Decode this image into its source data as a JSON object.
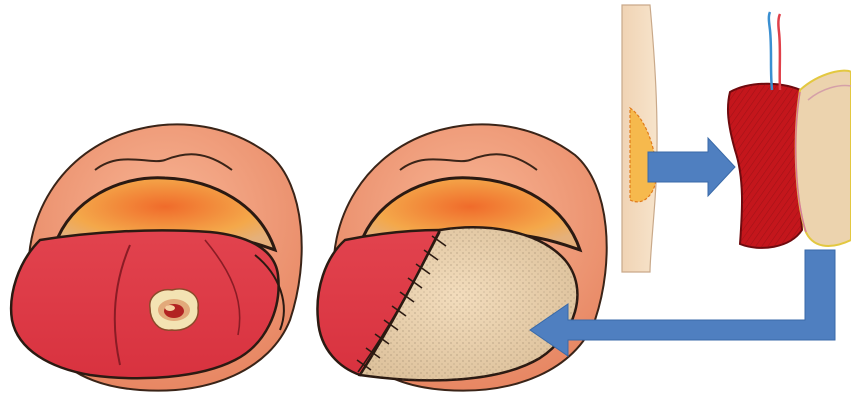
{
  "diagram": {
    "panels": [
      {
        "id": "tongue-with-lesion",
        "description_hidden": true
      },
      {
        "id": "tongue-reconstructed-with-flap"
      },
      {
        "id": "forearm-flap-harvest"
      }
    ],
    "arrows": [
      {
        "id": "arrow-harvest-to-flap",
        "direction": "right"
      },
      {
        "id": "arrow-flap-to-tongue",
        "direction": "down-left"
      }
    ],
    "colors": {
      "lip": "#f4a07c",
      "lip_dark": "#d9795a",
      "mouth_dark": "#2b1a12",
      "mouth_glow": "#f7b04a",
      "tongue": "#e8454f",
      "tongue_dark": "#c92f3c",
      "lesion_outer": "#f3e3b3",
      "lesion_inner": "#b22222",
      "flap_skin": "#ecd3ae",
      "skin_arm": "#f5ddbf",
      "harvest_site": "#f6b94d",
      "muscle": "#c4161c",
      "artery": "#e0404a",
      "vein": "#3a8fd1",
      "arrow_blue": "#4f7fc0"
    }
  }
}
